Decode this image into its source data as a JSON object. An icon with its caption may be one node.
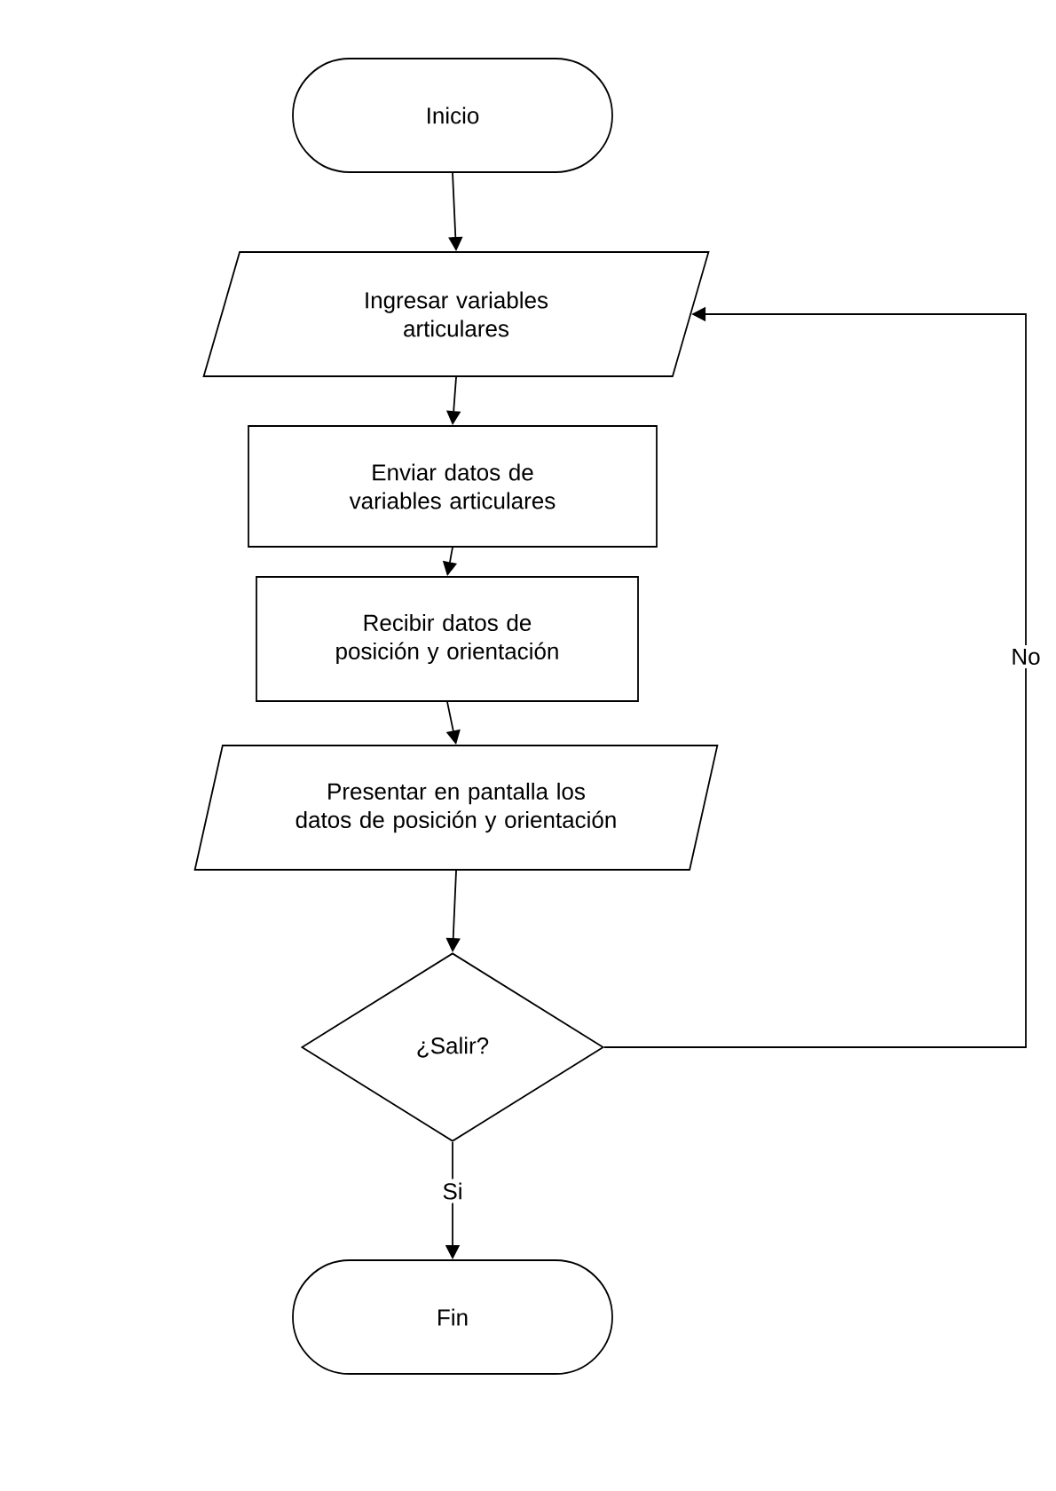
{
  "diagram": {
    "nodes": [
      {
        "text": [
          "Inicio"
        ]
      },
      {
        "text": [
          "Ingresar variables articulares"
        ]
      },
      {
        "text": [
          "Enviar datos de variables articulares"
        ]
      },
      {
        "text": [
          "Recibir datos de posición y orientación"
        ]
      },
      {
        "text": [
          "Presentar en pantalla los datos de posición y orientación"
        ]
      },
      {
        "text": [
          "¿Salir?"
        ]
      },
      {
        "text": [
          "Fin"
        ]
      }
    ],
    "edges": [
      {
        "from": 0,
        "to": 1,
        "arrow": "to"
      },
      {
        "from": 1,
        "to": 2,
        "arrow": "to"
      },
      {
        "from": 2,
        "to": 3,
        "arrow": "to"
      },
      {
        "from": 3,
        "to": 4,
        "arrow": "to"
      },
      {
        "from": 4,
        "to": 5,
        "arrow": "to"
      },
      {
        "from": 5,
        "to": 1,
        "arrow": "to",
        "label": "No"
      },
      {
        "from": 5,
        "to": 6,
        "arrow": "to",
        "label": "Si"
      }
    ]
  }
}
